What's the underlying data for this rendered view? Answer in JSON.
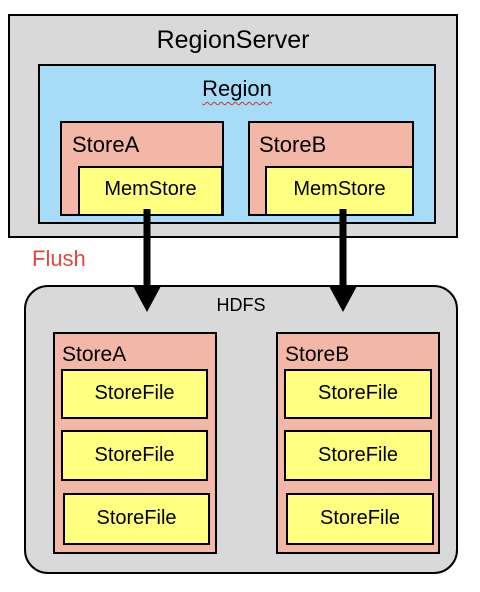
{
  "region_server": {
    "label": "RegionServer"
  },
  "region": {
    "label": "Region",
    "stores": [
      {
        "label": "StoreA",
        "memstore": "MemStore"
      },
      {
        "label": "StoreB",
        "memstore": "MemStore"
      }
    ]
  },
  "flush_label": "Flush",
  "hdfs": {
    "label": "HDFS",
    "stores": [
      {
        "label": "StoreA",
        "files": [
          "StoreFile",
          "StoreFile",
          "StoreFile"
        ]
      },
      {
        "label": "StoreB",
        "files": [
          "StoreFile",
          "StoreFile",
          "StoreFile"
        ]
      }
    ]
  },
  "colors": {
    "container": "#d9d9d9",
    "region": "#a6dcf7",
    "store": "#f3b7a7",
    "memstore": "#ffff80",
    "storefile": "#ffff80",
    "flush_text": "#e0483c"
  }
}
